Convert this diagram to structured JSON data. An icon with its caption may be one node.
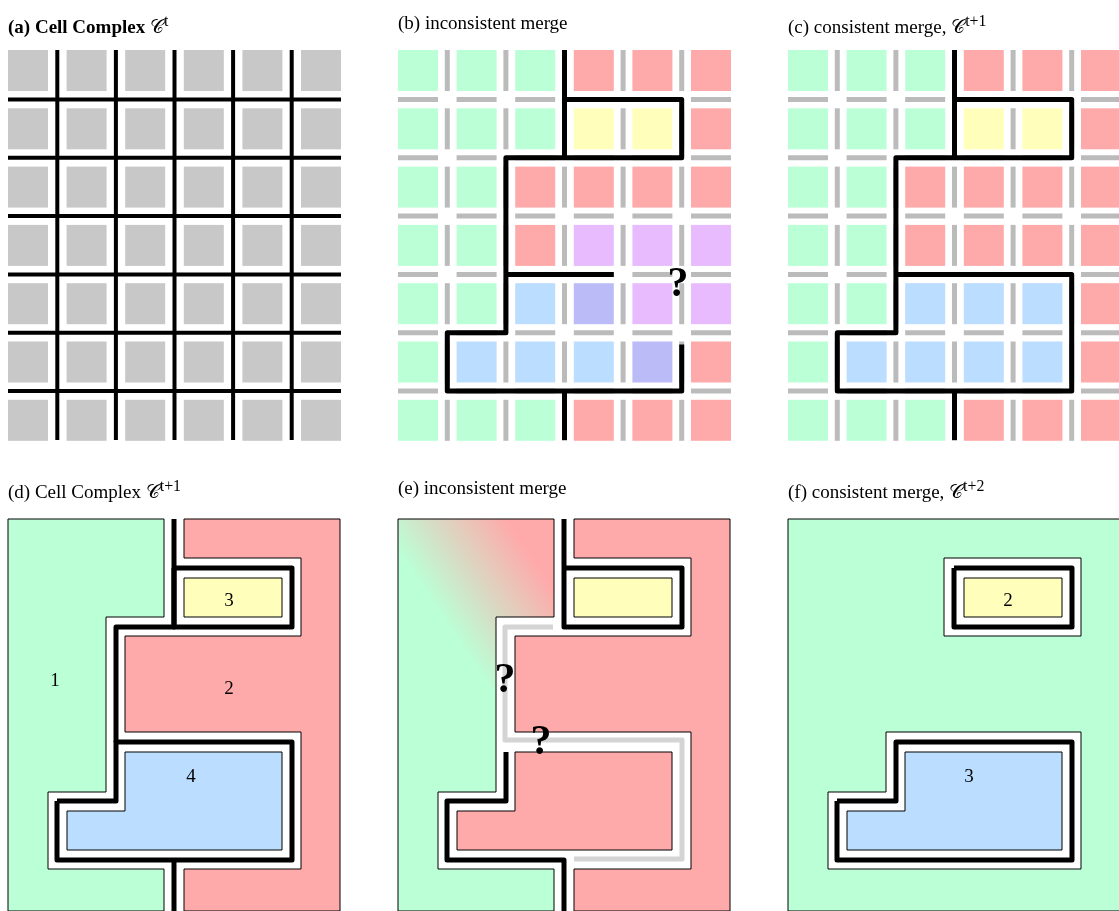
{
  "diagram": {
    "labels": [
      "**(a) Cell Complex** 𝒞$^{t}$",
      "(b) inconsistent merge",
      "(c) consistent merge, 𝒞$^{t+1}$",
      "?",
      "(d) Cell Complex 𝒞$^{t+1}$",
      "(e) inconsistent merge",
      "(f) consistent merge, 𝒞$^{t+2}$",
      "3",
      "1",
      "2",
      "4",
      "?",
      "?",
      "2",
      "3"
    ]
  }
}
